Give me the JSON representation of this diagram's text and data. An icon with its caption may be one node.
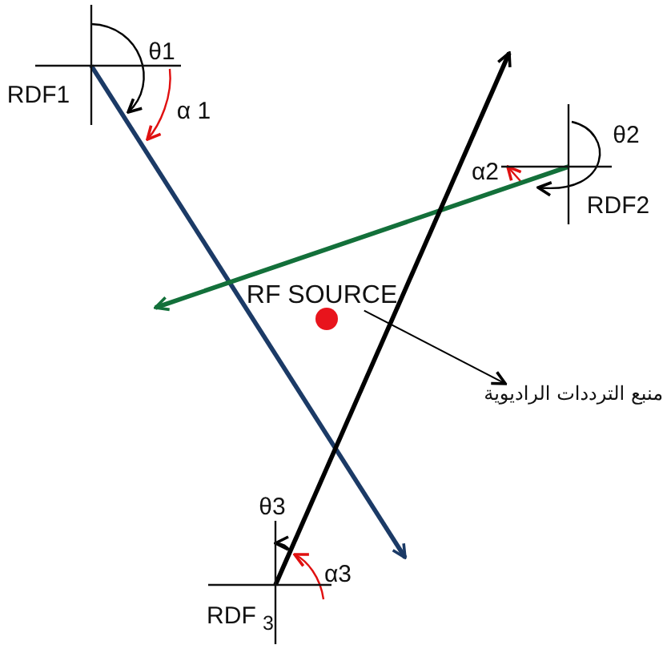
{
  "diagram": {
    "nodes": [
      {
        "text": [],
        "shape": "cross"
      },
      {
        "text": [],
        "shape": "cross"
      },
      {
        "text": [],
        "shape": "cross"
      },
      {
        "text": [
          "RF SOURCE"
        ]
      },
      {
        "text": [],
        "shape": "circle"
      },
      {
        "text": [
          "منبع الترددات الراديوية"
        ]
      }
    ],
    "edges": [
      {
        "from": 0,
        "to": null,
        "arrow": "to",
        "color": "#1b3a66"
      },
      {
        "from": 1,
        "to": null,
        "arrow": "to",
        "color": "#13703a"
      },
      {
        "from": 2,
        "to": null,
        "arrow": "to"
      },
      {
        "from": 3,
        "to": 5,
        "arrow": "to"
      }
    ],
    "labels": [
      "θ1",
      "RDF1",
      "α 1",
      "θ2",
      "α2",
      "RDF2",
      "θ3",
      "α3",
      "RDF $_{3}$"
    ]
  }
}
